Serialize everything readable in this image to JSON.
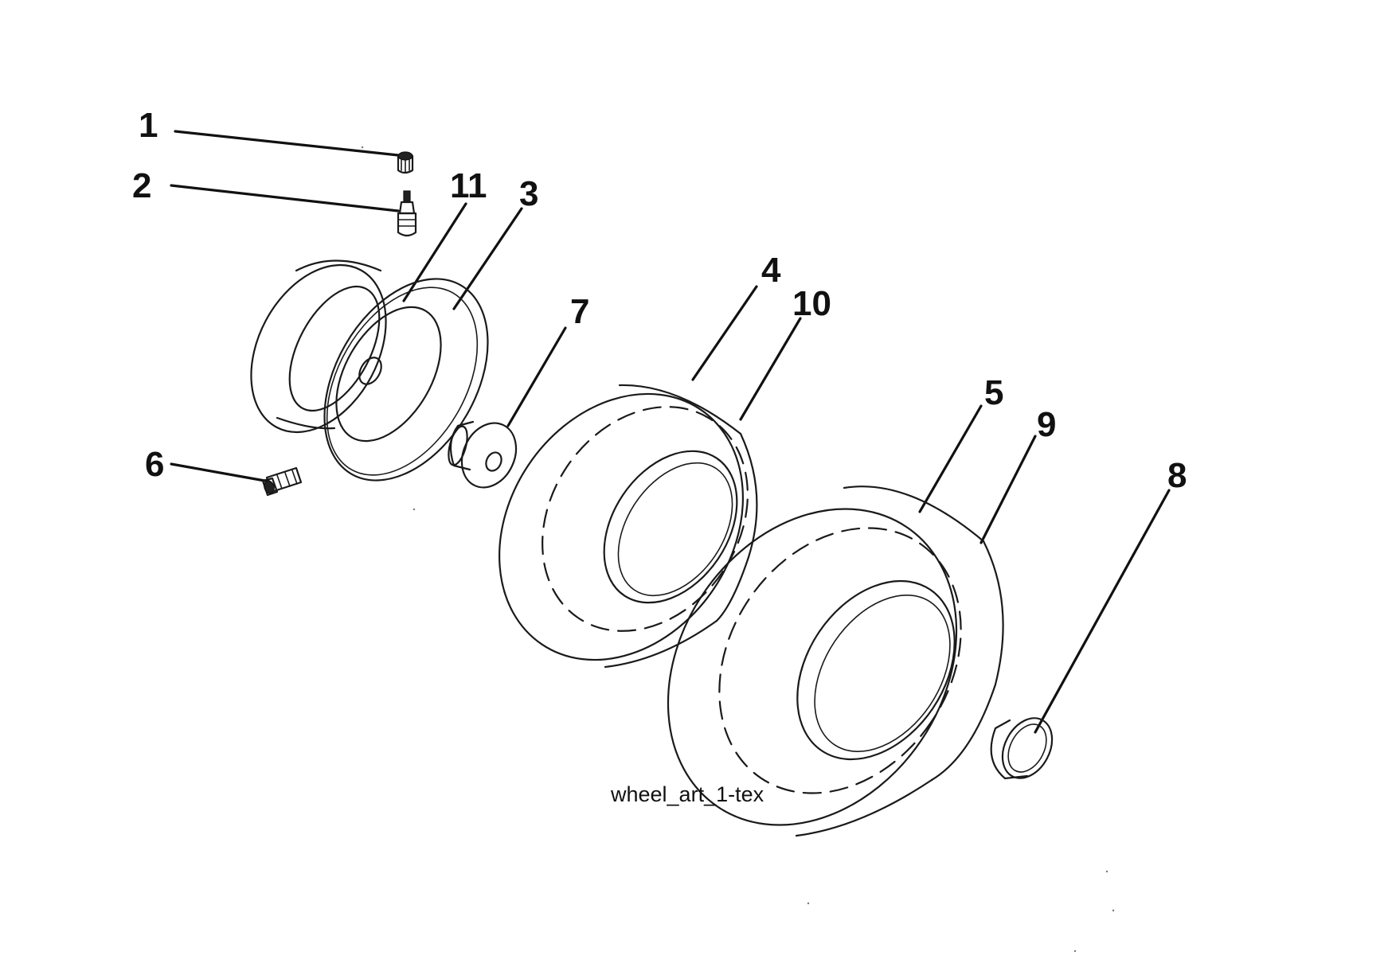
{
  "caption": "wheel_art_1-tex",
  "callouts": {
    "c1": "1",
    "c2": "2",
    "c3": "3",
    "c4": "4",
    "c5": "5",
    "c6": "6",
    "c7": "7",
    "c8": "8",
    "c9": "9",
    "c10": "10",
    "c11": "11"
  }
}
